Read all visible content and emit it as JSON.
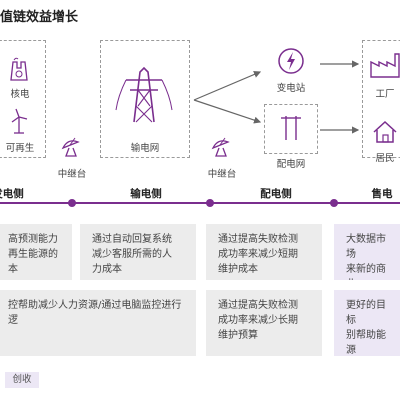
{
  "title": "值链效益增长",
  "nodes": {
    "nuclear": "核电",
    "renewable": "可再生",
    "relay_left": "中继台",
    "transmission": "输电网",
    "relay_right": "中继台",
    "substation": "变电站",
    "distribution": "配电网",
    "factory": "工厂",
    "residents": "居民"
  },
  "stages": [
    "发电侧",
    "输电侧",
    "配电侧",
    "售电"
  ],
  "cards": [
    {
      "text": "高预测能力\n再生能源的\n本",
      "tone": "gray"
    },
    {
      "text": "通过自动回复系统\n减少客服所需的人\n力成本",
      "tone": "gray"
    },
    {
      "text": "通过提高失败检测\n成功率来减少短期\n维护成本",
      "tone": "gray"
    },
    {
      "text": "大数据市场\n来新的商业",
      "tone": "purple"
    },
    {
      "text": "控帮助减少人力资源/通过电脑监控进行\n逻",
      "tone": "gray"
    },
    {
      "text": "通过提高失败检测\n成功率来减少长期\n维护预算",
      "tone": "gray"
    },
    {
      "text": "更好的目标\n别帮助能源\n售，实现盈利",
      "tone": "purple"
    }
  ],
  "footer_tag": "创收",
  "colors": {
    "accent": "#7a2e8e",
    "card_gray": "#ececec",
    "card_purple": "#ece7f5"
  }
}
